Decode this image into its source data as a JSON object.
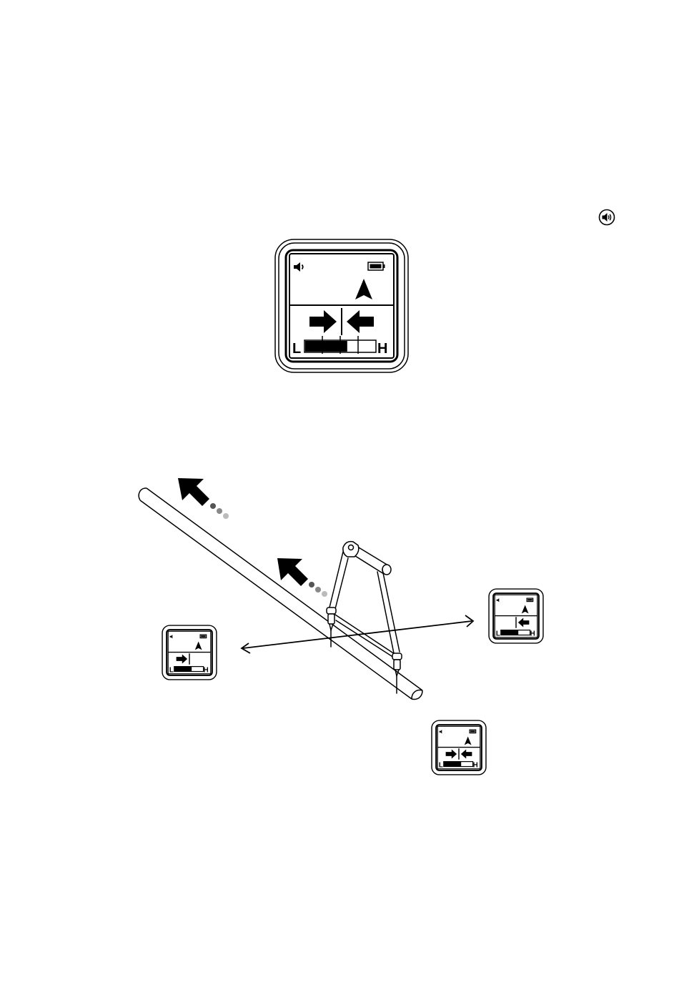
{
  "icons": {
    "speaker": "speaker-icon",
    "battery": "battery-icon",
    "compass_arrow": "direction-arrow-icon",
    "right_arrow": "right-arrow-icon",
    "left_arrow": "left-arrow-icon",
    "trail_arrow": "trail-arrow-icon"
  },
  "display": {
    "scale_low": "L",
    "scale_high": "H",
    "signal_level_fraction": 0.6
  },
  "mini_displays": [
    {
      "id": "left",
      "indicator": "right-arrow",
      "signal_level_fraction": 0.6
    },
    {
      "id": "right",
      "indicator": "left-arrow",
      "signal_level_fraction": 0.6
    },
    {
      "id": "bottom",
      "indicator": "both-arrows",
      "signal_level_fraction": 0.6
    }
  ],
  "colors": {
    "ink": "#000000",
    "paper": "#ffffff",
    "dot_dark": "#555555",
    "dot_mid": "#888888",
    "dot_light": "#bbbbbb"
  }
}
